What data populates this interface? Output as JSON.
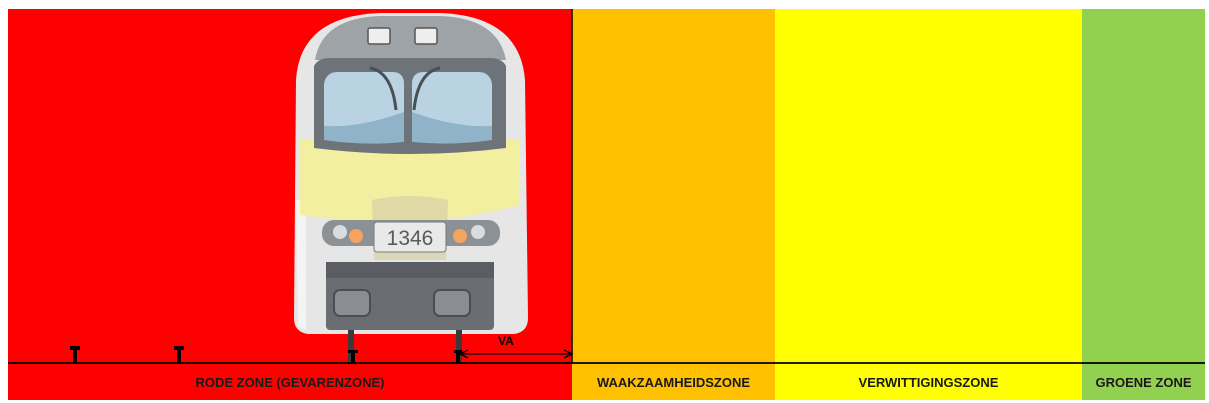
{
  "zones": [
    {
      "id": "red",
      "label": "RODE ZONE (GEVARENZONE)",
      "color": "#ff0000"
    },
    {
      "id": "orange",
      "label": "WAAKZAAMHEIDSZONE",
      "color": "#ffc000"
    },
    {
      "id": "yellow",
      "label": "VERWITTIGINGSZONE",
      "color": "#ffff00"
    },
    {
      "id": "green",
      "label": "GROENE ZONE",
      "color": "#92d050"
    }
  ],
  "train": {
    "number": "1346"
  },
  "distance_label": "VA"
}
